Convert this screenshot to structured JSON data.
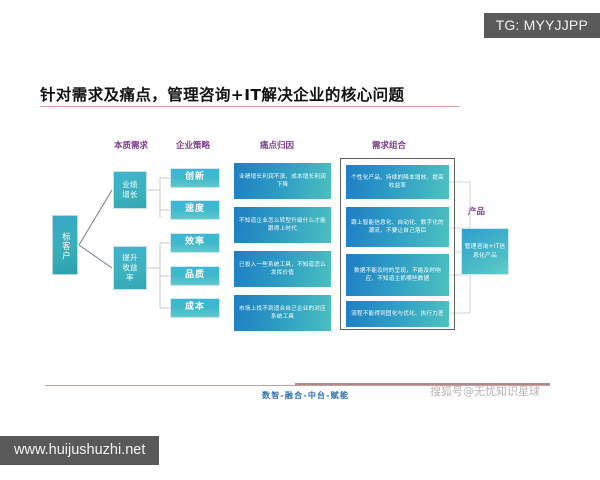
{
  "watermarks": {
    "tg": "TG: MYYJJPP",
    "url": "www.huijushuzhi.net",
    "sohu": "搜狐号@无忧知识星球"
  },
  "slide": {
    "title": "针对需求及痛点，管理咨询+IT解决企业的核心问题",
    "footer_tag": "数智-融合-中台-赋能"
  },
  "columns": {
    "essential_needs": "本质需求",
    "enterprise_strategy": "企业策略",
    "pain_points": "痛点归因",
    "demand_combination": "需求组合",
    "product": "产品"
  },
  "customer": {
    "label": "标客户"
  },
  "needs": [
    {
      "line1": "业绩",
      "line2": "增长"
    },
    {
      "line1": "提升",
      "line2": "收益",
      "line3": "率"
    }
  ],
  "strategies": [
    {
      "label": "创新"
    },
    {
      "label": "速度"
    },
    {
      "label": "效率"
    },
    {
      "label": "品质"
    },
    {
      "label": "成本"
    }
  ],
  "pain_points": [
    {
      "text": "业绩增长利润不涨、成本增长利润下降"
    },
    {
      "text": "不知道企业怎么转型升级什么才能跟得上时代"
    },
    {
      "text": "已投入一些系统工具，不知道怎么发挥价值"
    },
    {
      "text": "市场上找不到适合自己企业的对应系统工具"
    }
  ],
  "demands": [
    {
      "text": "个性化产品、持续的降本增效、提高收益率"
    },
    {
      "text": "跟上智能信息化、自动化、数字化的潮流，不要让自己落后"
    },
    {
      "text": "数据不能及时的呈现，不能及时响应、不知道主抓哪些数据"
    },
    {
      "text": "流程不能得到固化与优化、执行力差"
    }
  ],
  "product": {
    "text": "管理咨询+IT信息化产品"
  },
  "colors": {
    "title_rule": "#e09d9d",
    "header_purple": "#7b3f8f",
    "footer_blue": "#2e6fb0",
    "box_teal": "#3bb2bd",
    "box_blue": "#1e7fc2"
  }
}
